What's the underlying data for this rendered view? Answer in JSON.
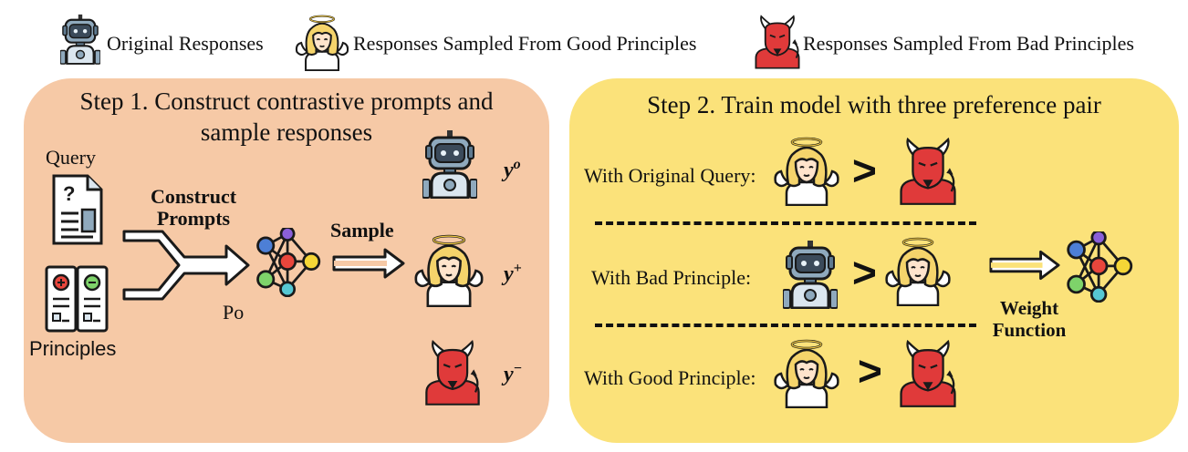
{
  "legend": {
    "original": "Original Responses",
    "good": "Responses Sampled From Good Principles",
    "bad": "Responses Sampled From Bad Principles"
  },
  "step1": {
    "title_line1": "Step 1. Construct contrastive prompts and",
    "title_line2": "sample responses",
    "query_label": "Query",
    "principles_label": "Principles",
    "construct_label_line1": "Construct",
    "construct_label_line2": "Prompts",
    "po_label": "Po",
    "sample_label": "Sample",
    "y_orig": "y",
    "y_orig_sup": "o",
    "y_plus": "y",
    "y_plus_sup": "+",
    "y_minus": "y",
    "y_minus_sup": "−"
  },
  "step2": {
    "title": "Step 2. Train model with three preference pair",
    "row1_label": "With Original Query:",
    "row2_label": "With Bad Principle:",
    "row3_label": "With Good Principle:",
    "gt_symbol": ">",
    "weight_line1": "Weight",
    "weight_line2": "Function"
  },
  "colors": {
    "panel1": "#f6c9a6",
    "panel2": "#fbe27a",
    "robot": "#8fa9bd",
    "angel_hair": "#f5d46b",
    "devil": "#e03a3a"
  },
  "icons": [
    "robot-icon",
    "angel-icon",
    "devil-icon",
    "document-icon",
    "principles-icon",
    "network-icon",
    "arrow-icon"
  ]
}
